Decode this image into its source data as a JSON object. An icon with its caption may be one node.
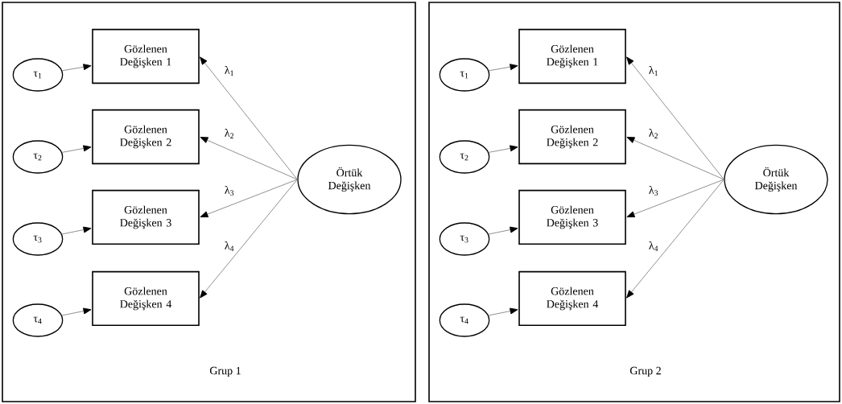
{
  "diagram": {
    "nodes": [
      {
        "text": [
          "Grup 1"
        ]
      },
      {
        "text": [
          "τ$_{1}$"
        ],
        "in": 0
      },
      {
        "text": [
          "Gözlenen Değişken 1"
        ],
        "in": 0
      },
      {
        "text": [
          "τ$_{2}$"
        ],
        "in": 0
      },
      {
        "text": [
          "Gözlenen Değişken 2"
        ],
        "in": 0
      },
      {
        "text": [
          "τ$_{3}$"
        ],
        "in": 0
      },
      {
        "text": [
          "Gözlenen Değişken 3"
        ],
        "in": 0
      },
      {
        "text": [
          "τ$_{4}$"
        ],
        "in": 0
      },
      {
        "text": [
          "Gözlenen Değişken 4"
        ],
        "in": 0
      },
      {
        "text": [
          "Örtük Değişken"
        ],
        "in": 0
      },
      {
        "text": [
          "Grup 2"
        ]
      },
      {
        "text": [
          "τ$_{1}$"
        ],
        "in": 10
      },
      {
        "text": [
          "Gözlenen Değişken 1"
        ],
        "in": 10
      },
      {
        "text": [
          "τ$_{2}$"
        ],
        "in": 10
      },
      {
        "text": [
          "Gözlenen Değişken 2"
        ],
        "in": 10
      },
      {
        "text": [
          "τ$_{3}$"
        ],
        "in": 10
      },
      {
        "text": [
          "Gözlenen Değişken 3"
        ],
        "in": 10
      },
      {
        "text": [
          "τ$_{4}$"
        ],
        "in": 10
      },
      {
        "text": [
          "Gözlenen Değişken 4"
        ],
        "in": 10
      },
      {
        "text": [
          "Örtük Değişken"
        ],
        "in": 10
      }
    ],
    "edges": [
      {
        "from": 1,
        "to": 2,
        "arrow": "to"
      },
      {
        "from": 3,
        "to": 4,
        "arrow": "to"
      },
      {
        "from": 5,
        "to": 6,
        "arrow": "to"
      },
      {
        "from": 7,
        "to": 8,
        "arrow": "to"
      },
      {
        "from": 9,
        "to": 2,
        "arrow": "to",
        "label": "λ$_{1}$"
      },
      {
        "from": 9,
        "to": 4,
        "arrow": "to",
        "label": "λ$_{2}$"
      },
      {
        "from": 9,
        "to": 6,
        "arrow": "to",
        "label": "λ$_{3}$"
      },
      {
        "from": 9,
        "to": 8,
        "arrow": "to",
        "label": "λ$_{4}$"
      },
      {
        "from": 11,
        "to": 12,
        "arrow": "to"
      },
      {
        "from": 13,
        "to": 14,
        "arrow": "to"
      },
      {
        "from": 15,
        "to": 16,
        "arrow": "to"
      },
      {
        "from": 17,
        "to": 18,
        "arrow": "to"
      },
      {
        "from": 19,
        "to": 12,
        "arrow": "to",
        "label": "λ$_{1}$"
      },
      {
        "from": 19,
        "to": 14,
        "arrow": "to",
        "label": "λ$_{2}$"
      },
      {
        "from": 19,
        "to": 16,
        "arrow": "to",
        "label": "λ$_{3}$"
      },
      {
        "from": 19,
        "to": 18,
        "arrow": "to",
        "label": "λ$_{4}$"
      }
    ]
  }
}
